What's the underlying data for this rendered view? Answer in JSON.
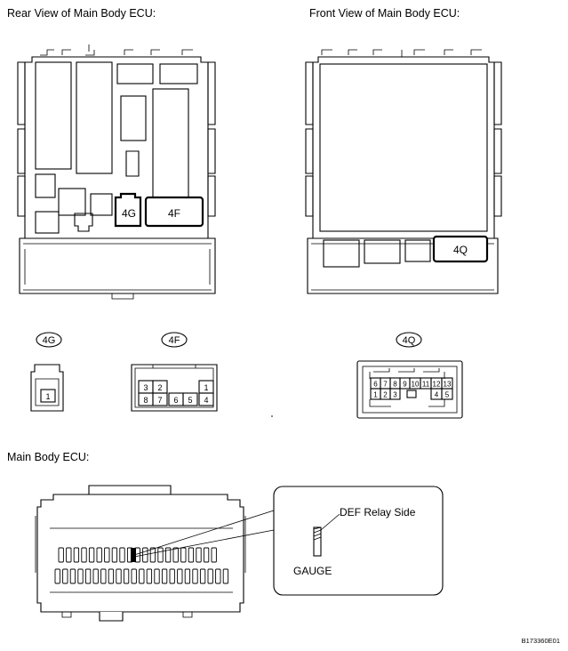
{
  "headings": {
    "rear_view": "Rear View of Main Body ECU:",
    "front_view": "Front View of Main Body ECU:",
    "main_body": "Main Body ECU:"
  },
  "connectors": {
    "c4g": {
      "label": "4G",
      "pins": [
        "1"
      ]
    },
    "c4f": {
      "label": "4F",
      "pins_top": [
        "3",
        "2",
        "1"
      ],
      "pins_bottom": [
        "8",
        "7",
        "6",
        "5",
        "4"
      ]
    },
    "c4q": {
      "label": "4Q",
      "pins_top": [
        "6",
        "7",
        "8",
        "9",
        "10",
        "11",
        "12",
        "13"
      ],
      "pins_bottom": [
        "1",
        "2",
        "3",
        "4",
        "5"
      ]
    }
  },
  "callout": {
    "def_relay_side": "DEF Relay Side",
    "gauge": "GAUGE"
  },
  "figure_id": "B173360E01"
}
